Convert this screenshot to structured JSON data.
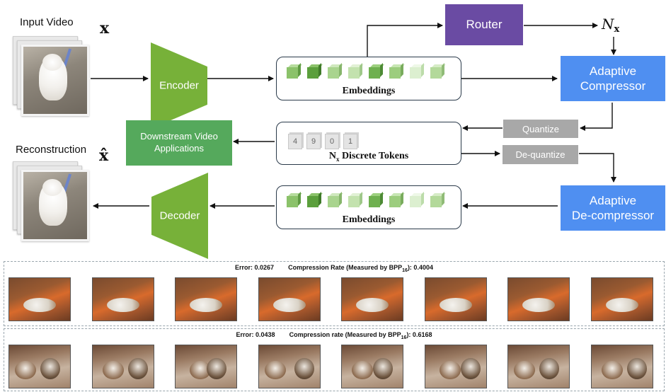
{
  "diagram": {
    "input_label": "Input Video",
    "input_symbol": "x",
    "recon_label": "Reconstruction",
    "recon_symbol": "x̂",
    "encoder": "Encoder",
    "decoder": "Decoder",
    "router": "Router",
    "nx_symbol": "Nx",
    "compressor_line1": "Adaptive",
    "compressor_line2": "Compressor",
    "decompressor_line1": "Adaptive",
    "decompressor_line2": "De-compressor",
    "embeddings_top": "Embeddings",
    "embeddings_bottom": "Embeddings",
    "quantize": "Quantize",
    "dequantize": "De-quantize",
    "downstream_line1": "Downstream Video",
    "downstream_line2": "Applications",
    "tokens_caption_n": "N",
    "tokens_caption_sub": "x",
    "tokens_caption_rest": " Discrete Tokens",
    "token_values": [
      "4",
      "9",
      "0",
      "1"
    ],
    "colors": {
      "encoder_decoder": "#77b139",
      "router": "#6a4ba3",
      "adaptive": "#4f8ff1",
      "downstream": "#55a95c",
      "quantize": "#a8a8a8"
    }
  },
  "examples": [
    {
      "error_text": "Error: 0.0267",
      "rate_prefix": "Compression Rate (Measured by BPP",
      "rate_sub": "16",
      "rate_suffix": "): 0.4004"
    },
    {
      "error_text": "Error: 0.0438",
      "rate_prefix": "Compression rate (Measured by BPP",
      "rate_sub": "16",
      "rate_suffix": "): 0.6168"
    }
  ]
}
